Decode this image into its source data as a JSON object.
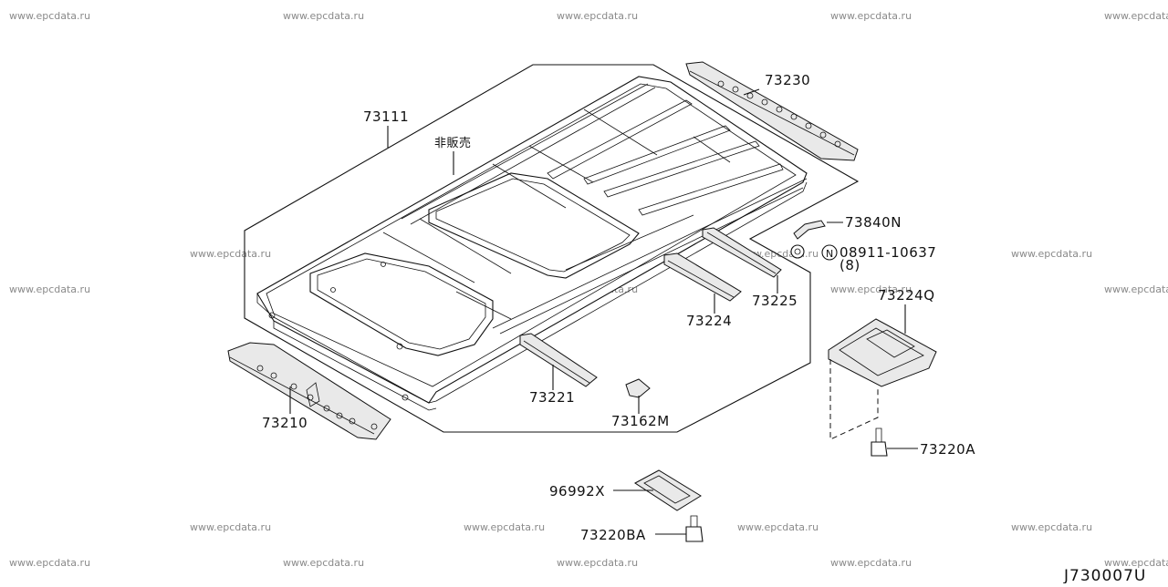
{
  "watermark": "www.epcdata.ru",
  "diagram_code": "J730007U",
  "labels": {
    "p73111": "73111",
    "hihanbai": "非販売",
    "p73230": "73230",
    "p73840N": "73840N",
    "p08911": "08911-10637",
    "p08911_circle": "N",
    "p08911_qty": "(8)",
    "p73224Q": "73224Q",
    "p73225": "73225",
    "p73224": "73224",
    "p73221": "73221",
    "p73162M": "73162M",
    "p73210": "73210",
    "p73220A": "73220A",
    "p96992X": "96992X",
    "p73220BA": "73220BA"
  }
}
